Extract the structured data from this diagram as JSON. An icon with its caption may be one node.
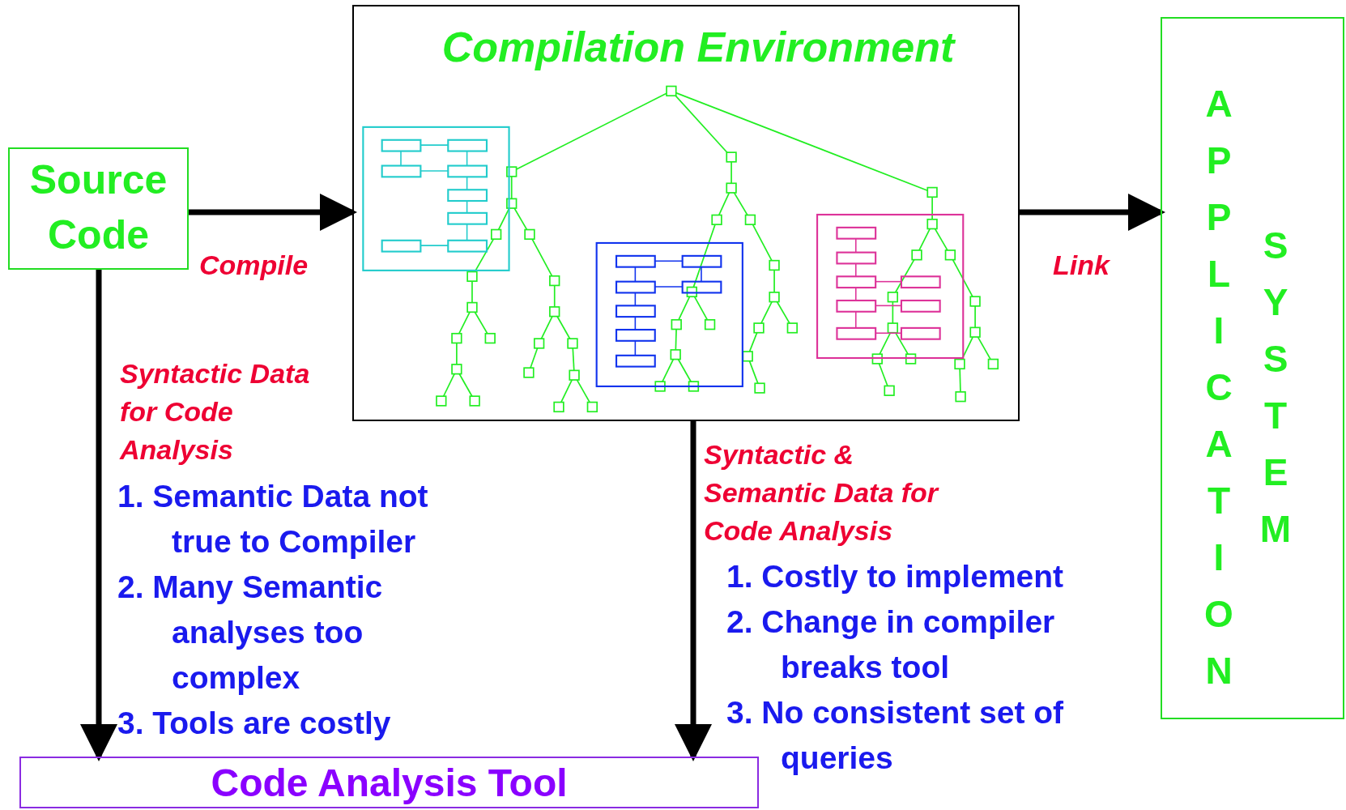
{
  "diagram": {
    "nodes": [
      {
        "text": [
          "Source Code"
        ]
      },
      {
        "text": [
          "Compilation Environment"
        ]
      },
      {
        "text": [
          "APPLICATION",
          "SYSTEM"
        ]
      },
      {
        "text": [
          "Code Analysis Tool"
        ]
      }
    ],
    "edges": [
      {
        "from": 0,
        "to": 1,
        "arrow": "to",
        "label": "Compile"
      },
      {
        "from": 1,
        "to": 2,
        "arrow": "to",
        "label": "Link"
      },
      {
        "from": 0,
        "to": 3,
        "arrow": "to",
        "label": "Syntactic Data for Code Analysis"
      },
      {
        "from": 1,
        "to": 3,
        "arrow": "to",
        "label": "Syntactic & Semantic Data for Code Analysis"
      }
    ],
    "labels": [
      "1. Semantic Data not true to Compiler",
      "2. Many Semantic analyses too complex",
      "3. Tools are costly",
      "1. Costly to implement",
      "2. Change in compiler breaks tool",
      "3. No consistent set of queries"
    ]
  }
}
